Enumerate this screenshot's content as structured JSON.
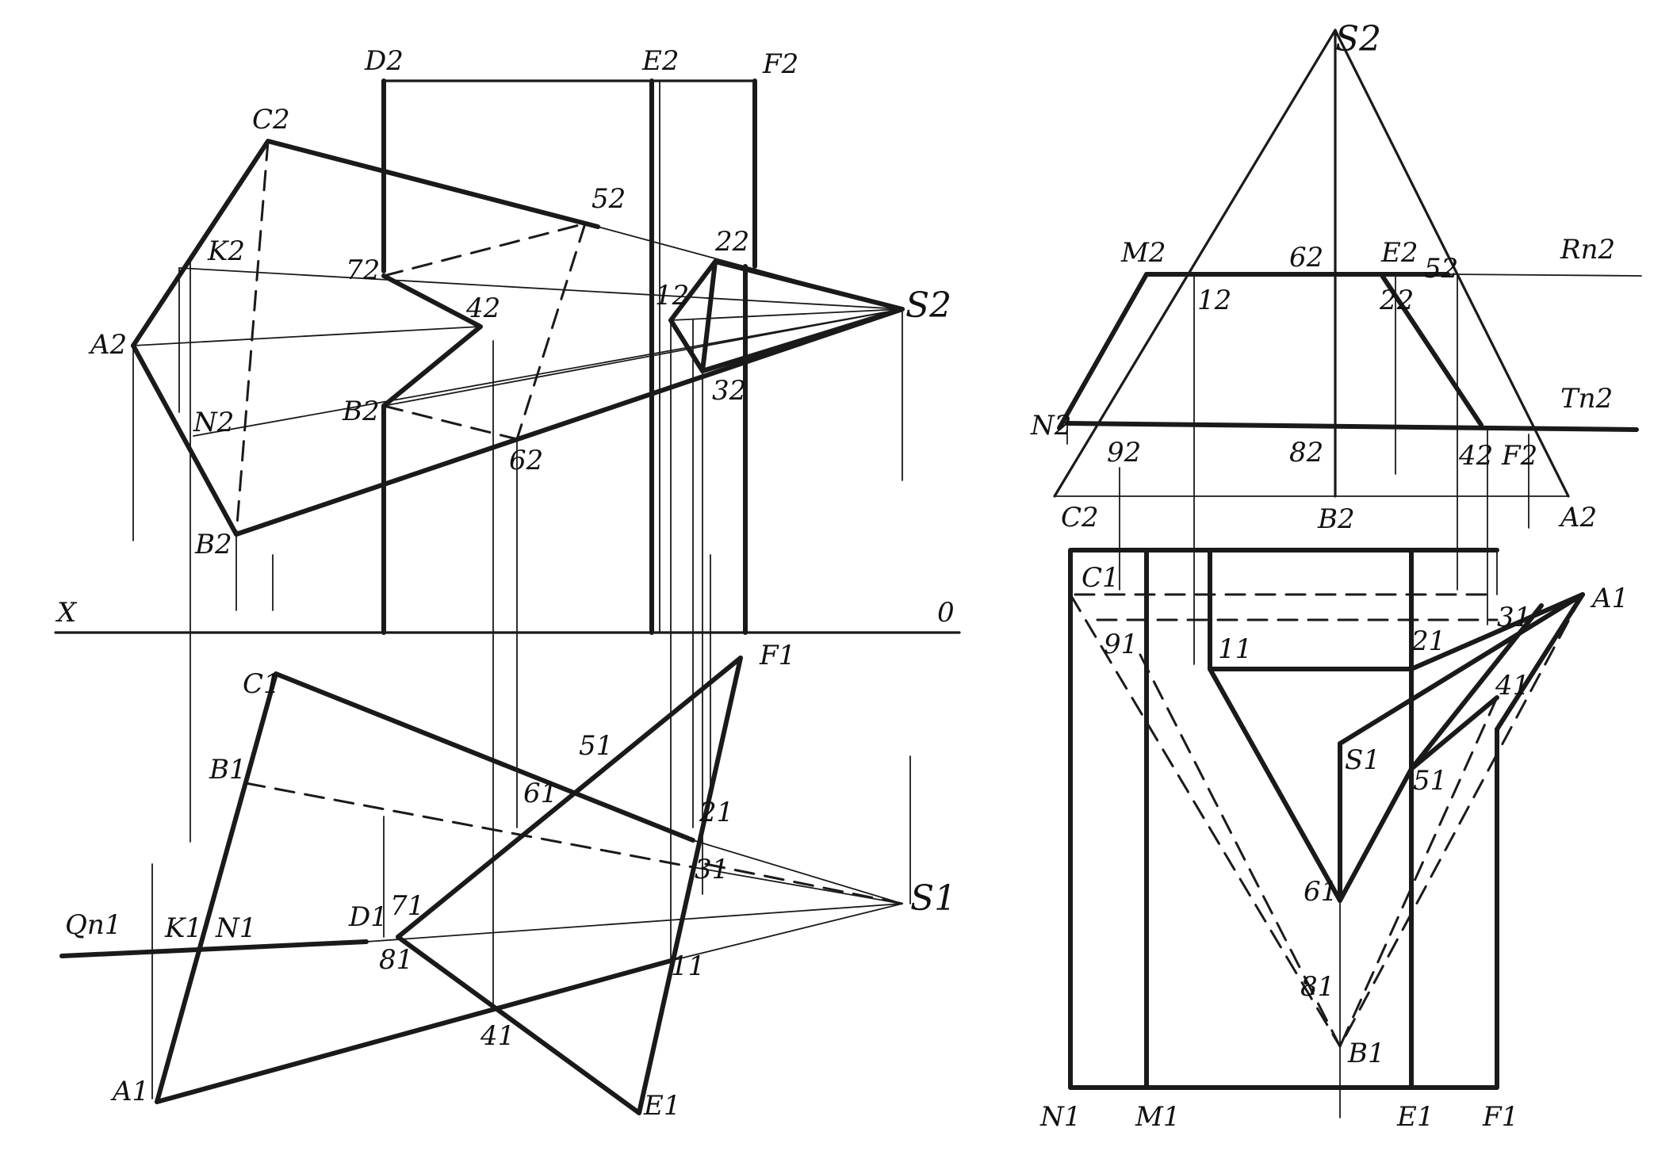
{
  "colors": {
    "ink": "#1a1a1a",
    "paper": "#ffffff"
  },
  "axis": {
    "x_label": "X",
    "zero_label": "0"
  },
  "left_view": {
    "upper": {
      "C2": "C2",
      "K2": "K2",
      "A2": "A2",
      "N2": "N2",
      "B2": "B2",
      "D2": "D2",
      "E2": "E2",
      "F2": "F2",
      "p7": "72",
      "p4": "42",
      "p5": "52",
      "p2": "22",
      "p1": "12",
      "p3": "32",
      "p6": "62",
      "Bpt": "B2",
      "S2": "S2"
    },
    "lower": {
      "C1": "C1",
      "B1": "B1",
      "Q": "Qп1",
      "K1": "K1",
      "N1": "N1",
      "A1": "A1",
      "D1": "D1",
      "p7": "71",
      "p8": "81",
      "p4": "41",
      "p6": "61",
      "p5": "51",
      "F1": "F1",
      "p2": "21",
      "p3": "31",
      "p1": "11",
      "E1": "E1",
      "S1": "S1"
    }
  },
  "right_view": {
    "upper": {
      "S2": "S2",
      "M2": "M2",
      "p6": "62",
      "E2": "E2",
      "p5": "52",
      "R": "Rп2",
      "p1": "12",
      "p2": "22",
      "N2": "N2",
      "T": "Tп2",
      "p9": "92",
      "p8": "82",
      "p4": "42",
      "F2": "F2",
      "C2": "C2",
      "B2": "B2",
      "A2": "A2"
    },
    "lower": {
      "C1": "C1",
      "A1": "A1",
      "p9": "91",
      "p1": "11",
      "p2": "21",
      "p3": "31",
      "p4": "41",
      "S1": "S1",
      "p5": "51",
      "p6": "61",
      "p8": "81",
      "B1": "B1",
      "N1": "N1",
      "M1": "M1",
      "E1": "E1",
      "F1": "F1"
    }
  }
}
